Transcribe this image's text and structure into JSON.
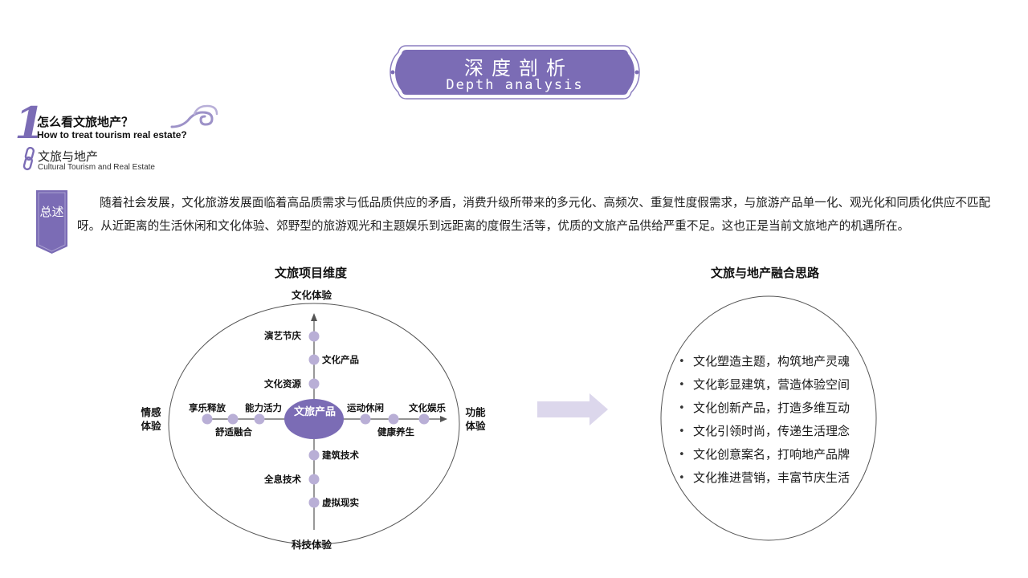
{
  "header": {
    "title": "深度剖析",
    "subtitle": "Depth analysis"
  },
  "section": {
    "number": "1",
    "title": "怎么看文旅地产？",
    "title_en": "How to treat tourism real estate?",
    "sub_title": "文旅与地产",
    "sub_title_en": "Cultural Tourism and Real Estate"
  },
  "summary": {
    "tag": "总述",
    "text": "随着社会发展，文化旅游发展面临着高品质需求与低品质供应的矛盾，消费升级所带来的多元化、高频次、重复性度假需求，与旅游产品单一化、观光化和同质化供应不匹配呀。从近距离的生活休闲和文化体验、郊野型的旅游观光和主题娱乐到远距离的度假生活等，优质的文旅产品供给严重不足。这也正是当前文旅地产的机遇所在。"
  },
  "left_diagram": {
    "title": "文旅项目维度",
    "axis_top": "文化体验",
    "axis_bottom": "科技体验",
    "axis_left": "情感体验",
    "axis_right": "功能体验",
    "center": "文旅产品",
    "nodes_up": [
      "演艺节庆",
      "文化产品",
      "文化资源"
    ],
    "nodes_down": [
      "建筑技术",
      "全息技术",
      "虚拟现实"
    ],
    "nodes_left": [
      "享乐释放",
      "舒适融合",
      "能力活力"
    ],
    "nodes_right": [
      "运动休闲",
      "健康养生",
      "文化娱乐"
    ]
  },
  "right_diagram": {
    "title": "文旅与地产融合思路",
    "items": [
      "文化塑造主题，构筑地产灵魂",
      "文化彰显建筑，营造体验空间",
      "文化创新产品，打造多维互动",
      "文化引领时尚，传递生活理念",
      "文化创意案名，打响地产品牌",
      "文化推进营销，丰富节庆生活"
    ]
  },
  "colors": {
    "accent": "#7b6cb5",
    "node": "#b9afd6",
    "arrow": "#dcd7ec"
  }
}
